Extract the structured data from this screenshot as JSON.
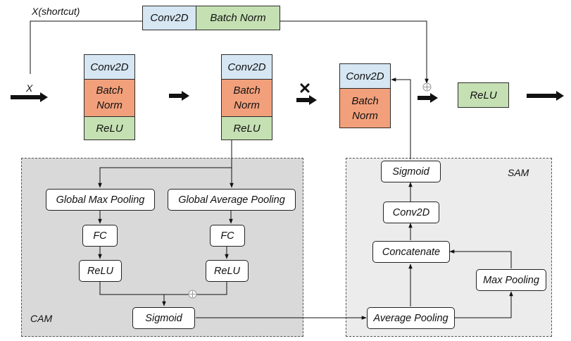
{
  "colors": {
    "conv": "#d6e6f2",
    "batch_norm": "#f2a07b",
    "relu": "#c5e0b3"
  },
  "labels": {
    "shortcut": "X(shortcut)",
    "input": "X",
    "cam": "CAM",
    "sam": "SAM"
  },
  "shortcut_block": {
    "conv": "Conv2D",
    "bn": "Batch Norm"
  },
  "block1": {
    "conv": "Conv2D",
    "bn": "Batch\nNorm",
    "relu": "ReLU"
  },
  "block2": {
    "conv": "Conv2D",
    "bn": "Batch\nNorm",
    "relu": "ReLU"
  },
  "block3": {
    "conv": "Conv2D",
    "bn": "Batch\nNorm"
  },
  "output_relu": "ReLU",
  "cam_nodes": {
    "gmp": "Global Max Pooling",
    "gap": "Global Average Pooling",
    "fc_left": "FC",
    "fc_right": "FC",
    "relu_left": "ReLU",
    "relu_right": "ReLU",
    "sigmoid": "Sigmoid"
  },
  "sam_nodes": {
    "sigmoid": "Sigmoid",
    "conv": "Conv2D",
    "concat": "Concatenate",
    "max_pool": "Max Pooling",
    "avg_pool": "Average Pooling"
  },
  "icons": {
    "multiply": "multiply-icon",
    "add": "circled-plus-icon",
    "arrow": "thick-right-arrow-icon"
  }
}
